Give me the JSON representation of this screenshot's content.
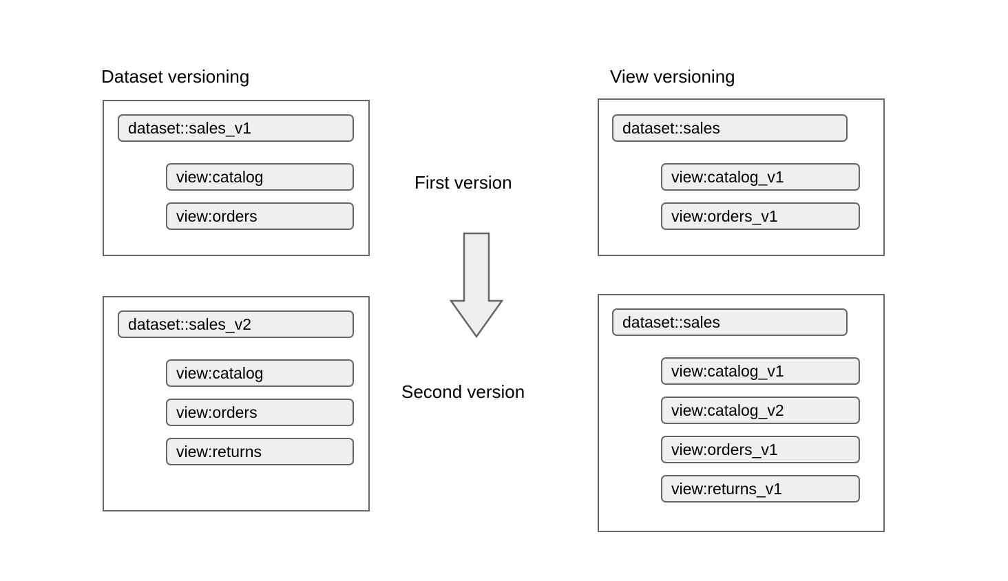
{
  "diagram": {
    "title_left": "Dataset versioning",
    "title_right": "View versioning",
    "center_labels": {
      "first": "First version",
      "second": "Second version"
    },
    "arrow": {
      "icon": "arrow-down-icon",
      "direction": "down",
      "fill": "#efefef",
      "stroke": "#666666"
    },
    "colors": {
      "pill_fill": "#efefef",
      "pill_border": "#666666",
      "box_border": "#666666",
      "background": "#ffffff",
      "text": "#000000"
    },
    "columns": [
      {
        "name": "dataset-versioning",
        "title": "Dataset versioning",
        "groups": [
          {
            "name": "dataset-versioning-v1",
            "stage": "First version",
            "dataset": "dataset::sales_v1",
            "views": [
              "view:catalog",
              "view:orders"
            ]
          },
          {
            "name": "dataset-versioning-v2",
            "stage": "Second version",
            "dataset": "dataset::sales_v2",
            "views": [
              "view:catalog",
              "view:orders",
              "view:returns"
            ]
          }
        ]
      },
      {
        "name": "view-versioning",
        "title": "View versioning",
        "groups": [
          {
            "name": "view-versioning-v1",
            "stage": "First version",
            "dataset": "dataset::sales",
            "views": [
              "view:catalog_v1",
              "view:orders_v1"
            ]
          },
          {
            "name": "view-versioning-v2",
            "stage": "Second version",
            "dataset": "dataset::sales",
            "views": [
              "view:catalog_v1",
              "view:catalog_v2",
              "view:orders_v1",
              "view:returns_v1"
            ]
          }
        ]
      }
    ]
  }
}
